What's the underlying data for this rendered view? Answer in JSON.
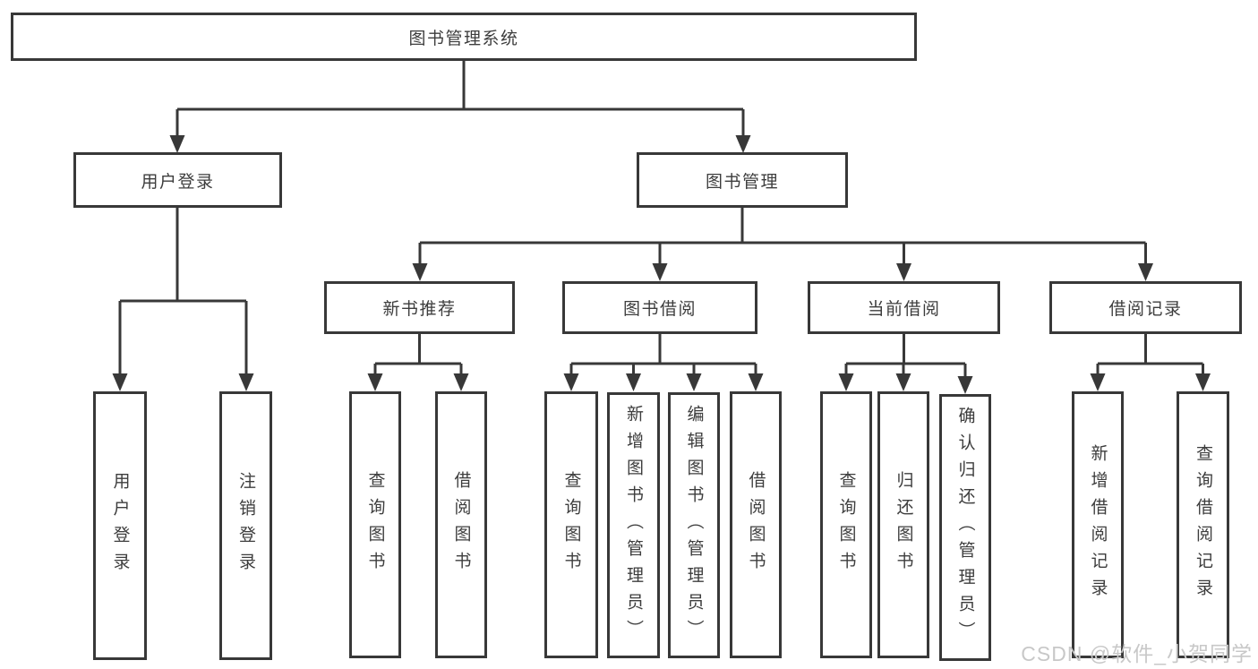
{
  "diagram": {
    "root": {
      "label": "图书管理系统"
    },
    "branches": [
      {
        "label": "用户登录",
        "children": [
          {
            "label": "用户登录"
          },
          {
            "label": "注销登录"
          }
        ]
      },
      {
        "label": "图书管理",
        "children": [
          {
            "label": "新书推荐",
            "children": [
              {
                "label": "查询图书"
              },
              {
                "label": "借阅图书"
              }
            ]
          },
          {
            "label": "图书借阅",
            "children": [
              {
                "label": "查询图书"
              },
              {
                "label": "新增图书（管理员）"
              },
              {
                "label": "编辑图书（管理员）"
              },
              {
                "label": "借阅图书"
              }
            ]
          },
          {
            "label": "当前借阅",
            "children": [
              {
                "label": "查询图书"
              },
              {
                "label": "归还图书"
              },
              {
                "label": "确认归还（管理员）"
              }
            ]
          },
          {
            "label": "借阅记录",
            "children": [
              {
                "label": "新增借阅记录"
              },
              {
                "label": "查询借阅记录"
              }
            ]
          }
        ]
      }
    ]
  },
  "watermark": {
    "text": "CSDN @软件_小贺同学",
    "color": "#c8c8c8"
  },
  "colors": {
    "line": "#383838",
    "box_border": "#383838",
    "box_fill": "#ffffff",
    "text": "#3d3d3d"
  }
}
